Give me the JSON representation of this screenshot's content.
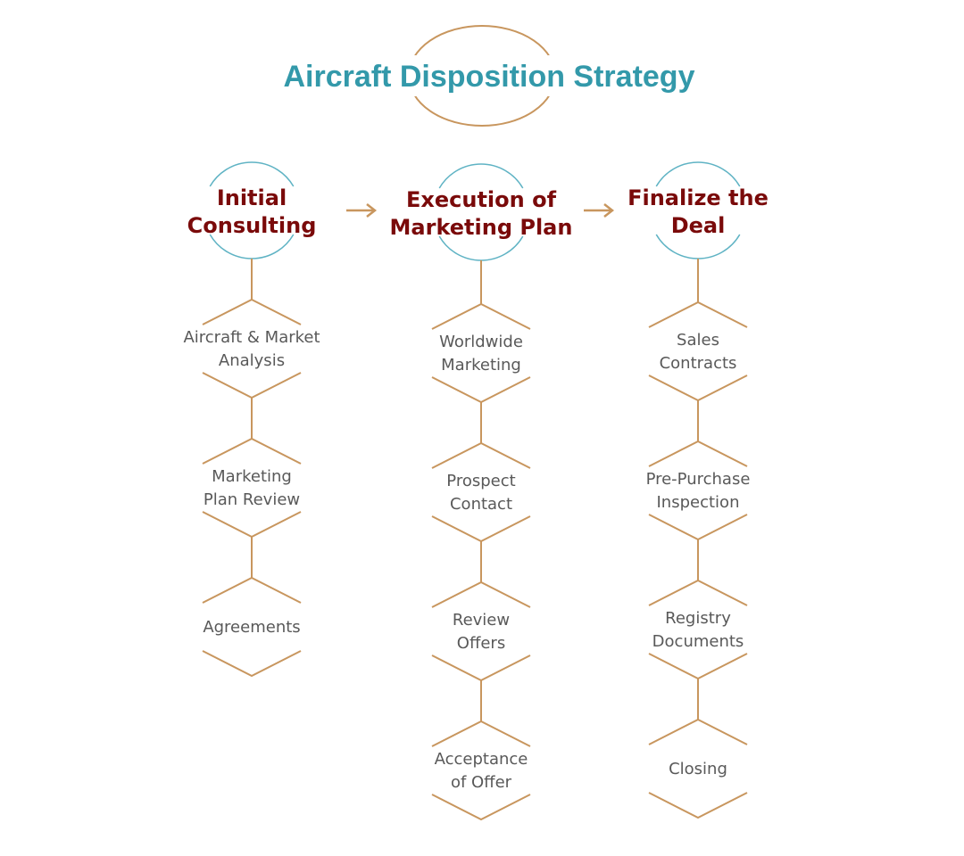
{
  "title": "Aircraft Disposition Strategy",
  "colors": {
    "title": "#3399aa",
    "header_text": "#7a0a0a",
    "header_circle": "#5fb3c4",
    "connector": "#c8965e",
    "step_text": "#595959"
  },
  "phases": [
    {
      "title_lines": [
        "Initial",
        "Consulting"
      ],
      "steps": [
        {
          "lines": [
            "Aircraft & Market",
            "Analysis"
          ]
        },
        {
          "lines": [
            "Marketing",
            "Plan Review"
          ]
        },
        {
          "lines": [
            "Agreements"
          ]
        }
      ]
    },
    {
      "title_lines": [
        "Execution of",
        "Marketing Plan"
      ],
      "steps": [
        {
          "lines": [
            "Worldwide",
            "Marketing"
          ]
        },
        {
          "lines": [
            "Prospect",
            "Contact"
          ]
        },
        {
          "lines": [
            "Review",
            "Offers"
          ]
        },
        {
          "lines": [
            "Acceptance",
            "of Offer"
          ]
        }
      ]
    },
    {
      "title_lines": [
        "Finalize the",
        "Deal"
      ],
      "steps": [
        {
          "lines": [
            "Sales",
            "Contracts"
          ]
        },
        {
          "lines": [
            "Pre-Purchase",
            "Inspection"
          ]
        },
        {
          "lines": [
            "Registry",
            "Documents"
          ]
        },
        {
          "lines": [
            "Closing"
          ]
        }
      ]
    }
  ],
  "arrows": [
    {
      "from": 0,
      "to": 1,
      "icon": "right-arrow-icon"
    },
    {
      "from": 1,
      "to": 2,
      "icon": "right-arrow-icon"
    }
  ]
}
